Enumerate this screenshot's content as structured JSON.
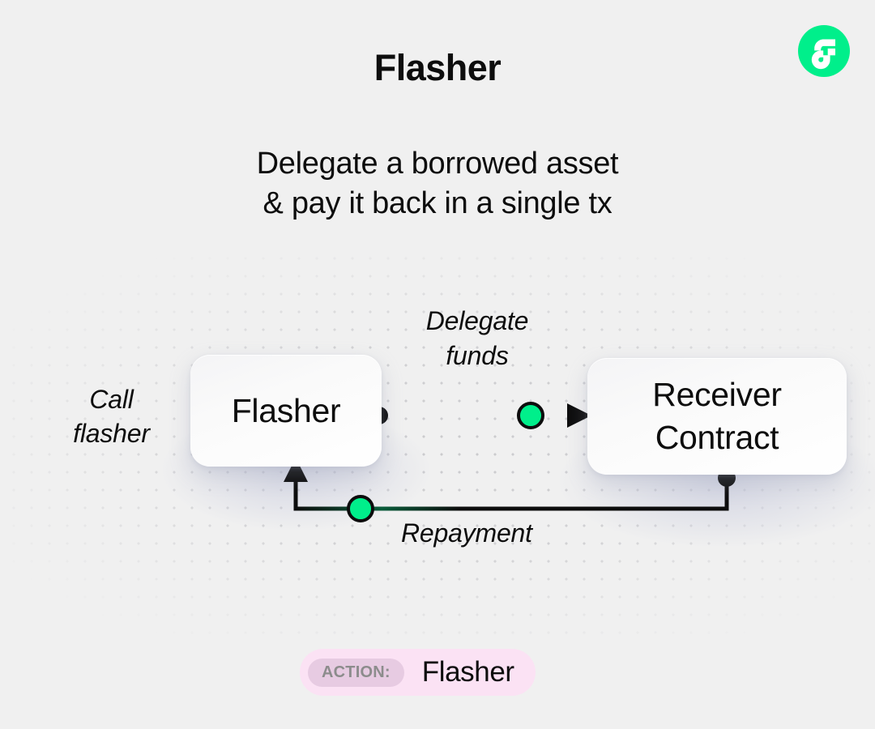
{
  "page": {
    "background_color": "#f0f0f0",
    "title": "Flasher",
    "subtitle_lines": [
      "Delegate a borrowed asset",
      "& pay it back in a single tx"
    ]
  },
  "logo": {
    "name": "flow-logo",
    "circle_color": "#00ef8b",
    "glyph_color": "#ffffff"
  },
  "diagram": {
    "type": "flow",
    "accent_color": "#00ef8b",
    "line_color": "#0d0d0d",
    "nodes": [
      {
        "id": "flasher",
        "label": "Flasher",
        "label_lines": [
          "Flasher"
        ]
      },
      {
        "id": "receiver",
        "label": "Receiver Contract",
        "label_lines": [
          "Receiver",
          "Contract"
        ]
      }
    ],
    "edges": [
      {
        "id": "call-flasher",
        "label": "Call flasher",
        "label_lines": [
          "Call",
          "flasher"
        ],
        "from": "",
        "to": "flasher"
      },
      {
        "id": "delegate-funds",
        "label": "Delegate funds",
        "label_lines": [
          "Delegate",
          "funds"
        ],
        "from": "flasher",
        "to": "receiver",
        "waypoint_color": "#00ef8b"
      },
      {
        "id": "repayment",
        "label": "Repayment",
        "label_lines": [
          "Repayment"
        ],
        "from": "receiver",
        "to": "flasher",
        "waypoint_color": "#00ef8b"
      }
    ]
  },
  "badge": {
    "chip_label": "ACTION:",
    "value": "Flasher",
    "background_color": "#fbe2f4",
    "chip_background_color": "#e7cbe2"
  }
}
